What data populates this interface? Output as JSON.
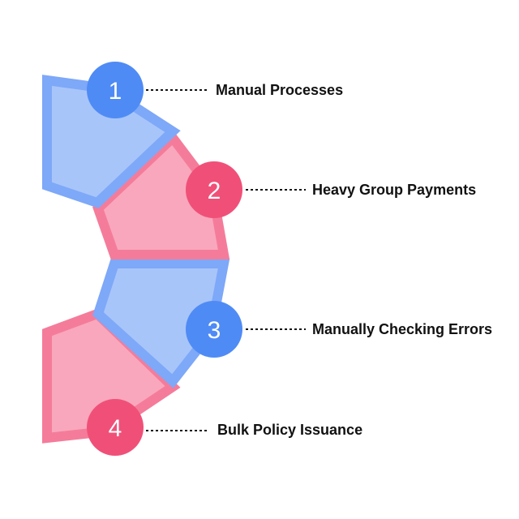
{
  "diagram": {
    "colors": {
      "blue_fill": "#A8C5FA",
      "blue_stroke": "#7EA8F8",
      "blue_badge": "#4F8BF5",
      "pink_fill": "#F9A7BC",
      "pink_stroke": "#F47C9A",
      "pink_badge": "#F05078"
    },
    "steps": [
      {
        "number": "1",
        "label": "Manual Processes",
        "tone": "blue"
      },
      {
        "number": "2",
        "label": "Heavy Group Payments",
        "tone": "pink"
      },
      {
        "number": "3",
        "label": "Manually Checking Errors",
        "tone": "blue"
      },
      {
        "number": "4",
        "label": "Bulk Policy Issuance",
        "tone": "pink"
      }
    ]
  }
}
